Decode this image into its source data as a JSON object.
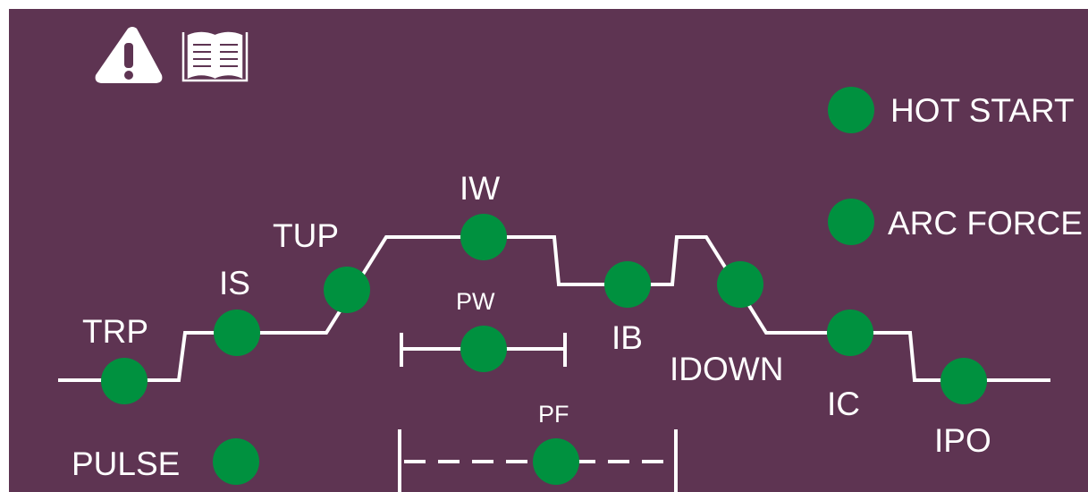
{
  "labels": {
    "trp": "TRP",
    "is": "IS",
    "tup": "TUP",
    "iw": "IW",
    "pw": "PW",
    "ib": "IB",
    "idown": "IDOWN",
    "ic": "IC",
    "ipo": "IPO",
    "pf": "PF",
    "pulse": "PULSE",
    "hot_start": "HOT START",
    "arc_force": "ARC FORCE"
  },
  "icons": {
    "warning": "warning-triangle-icon",
    "manual": "open-book-icon"
  },
  "colors": {
    "background": "#5e3452",
    "indicator": "#00913f",
    "line": "#ffffff"
  }
}
